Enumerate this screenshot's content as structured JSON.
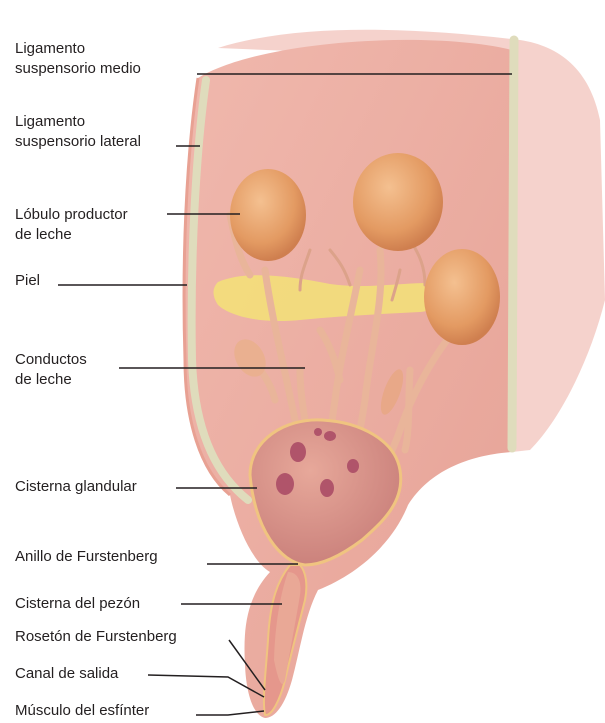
{
  "labels": {
    "ligamento_medio": [
      "Ligamento",
      "suspensorio medio"
    ],
    "ligamento_lateral": [
      "Ligamento",
      "suspensorio lateral"
    ],
    "lobulo": [
      "Lóbulo productor",
      "de leche"
    ],
    "piel": "Piel",
    "conductos": [
      "Conductos",
      "de leche"
    ],
    "cisterna_glandular": "Cisterna glandular",
    "anillo": "Anillo de Furstenberg",
    "cisterna_pezon": "Cisterna del pezón",
    "roseton": "Rosetón de Furstenberg",
    "canal": "Canal de salida",
    "musculo": "Músculo del esfínter"
  },
  "colors": {
    "tissue": "#ecaea6",
    "skin_edge": "#e8a193",
    "ligament": "#dfdcbc",
    "lobule": "#e39a62",
    "fat": "#f3df7a",
    "duct": "#e9b59a",
    "cistern": "#d99086",
    "line": "#231f20"
  }
}
